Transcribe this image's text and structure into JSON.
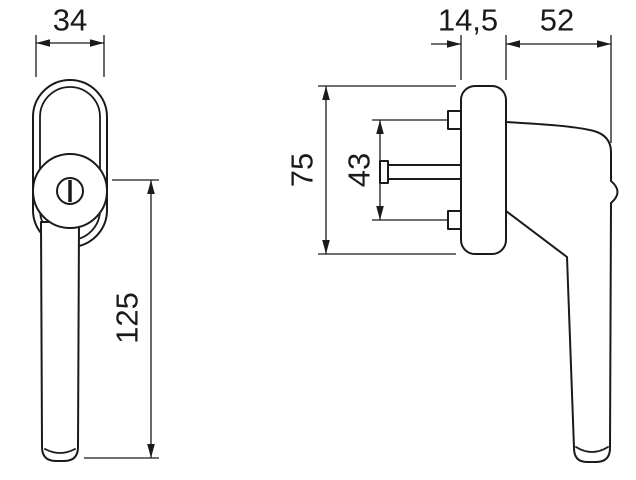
{
  "drawing": {
    "colors": {
      "line": "#1a1a1a",
      "background": "#ffffff"
    },
    "front_view": {
      "width": "34",
      "lever_length": "125"
    },
    "side_view": {
      "plate_thickness": "14,5",
      "projection": "52",
      "plate_height": "75",
      "screw_spacing": "43"
    }
  }
}
